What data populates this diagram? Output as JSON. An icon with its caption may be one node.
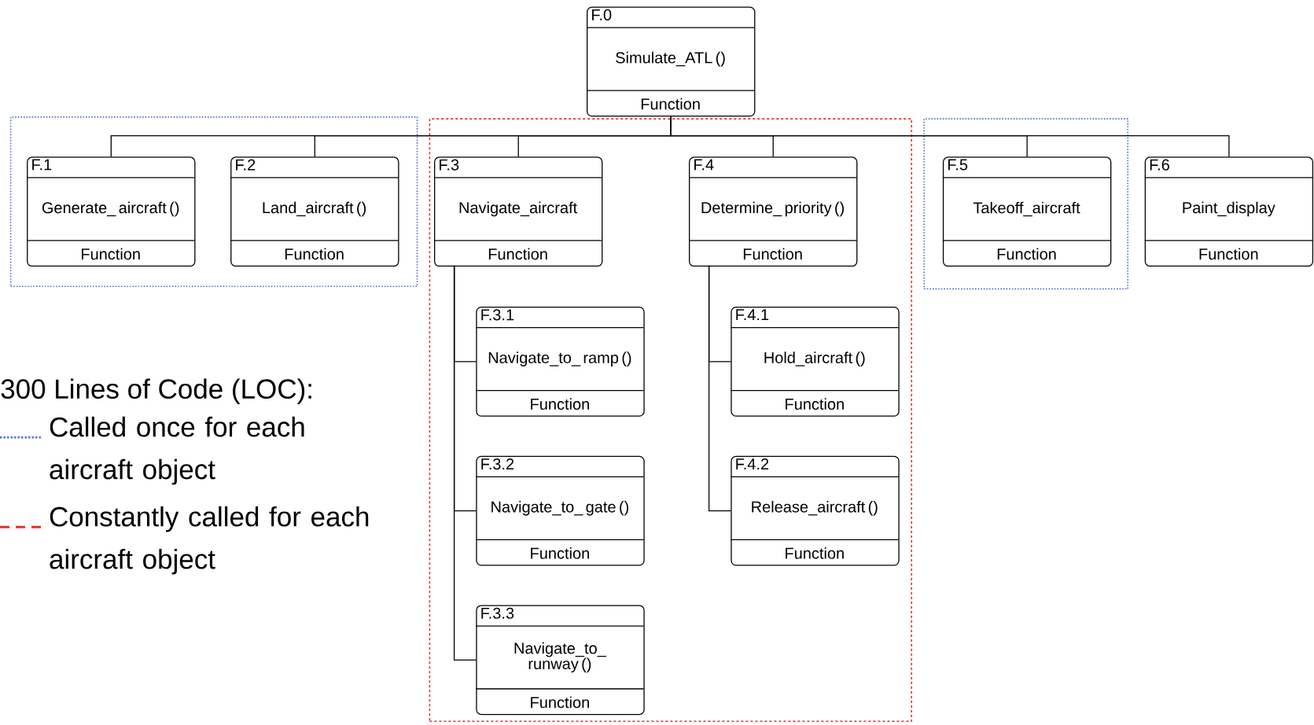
{
  "diagram": {
    "nodes": [
      {
        "text": [
          "F.0",
          "Simulate_ATL ()",
          "Function"
        ]
      },
      {
        "text": [],
        "shape": "box"
      },
      {
        "text": [
          "F.1",
          "Generate_ aircraft ()",
          "Function"
        ],
        "in": 1
      },
      {
        "text": [
          "F.2",
          "Land_aircraft ()",
          "Function"
        ],
        "in": 1
      },
      {
        "text": [],
        "shape": "box"
      },
      {
        "text": [
          "F.3",
          "Navigate_aircraft",
          "Function"
        ],
        "in": 4
      },
      {
        "text": [
          "F.4",
          "Determine_ priority ()",
          "Function"
        ],
        "in": 4
      },
      {
        "text": [],
        "shape": "box"
      },
      {
        "text": [
          "F.5",
          "Takeoff_aircraft",
          "Function"
        ],
        "in": 7
      },
      {
        "text": [
          "F.6",
          "Paint_display",
          "Function"
        ]
      },
      {
        "text": [
          "F.3.1",
          "Navigate_to_ ramp ()",
          "Function"
        ],
        "in": 4
      },
      {
        "text": [
          "F.4.1",
          "Hold_aircraft ()",
          "Function"
        ],
        "in": 4
      },
      {
        "text": [
          "F.3.2",
          "Navigate_to_ gate ()",
          "Function"
        ],
        "in": 4
      },
      {
        "text": [
          "F.4.2",
          "Release_aircraft ()",
          "Function"
        ],
        "in": 4
      },
      {
        "text": [
          "F.3.3",
          "Navigate_to_ runway ()",
          "Function"
        ],
        "in": 4
      }
    ],
    "edges": [
      {
        "from": 0,
        "to": 2,
        "arrow": "none"
      },
      {
        "from": 0,
        "to": 3,
        "arrow": "none"
      },
      {
        "from": 0,
        "to": 5,
        "arrow": "none"
      },
      {
        "from": 0,
        "to": 6,
        "arrow": "none"
      },
      {
        "from": 0,
        "to": 8,
        "arrow": "none"
      },
      {
        "from": 0,
        "to": 9,
        "arrow": "none"
      },
      {
        "from": 5,
        "to": 10,
        "arrow": "none"
      },
      {
        "from": 5,
        "to": 12,
        "arrow": "none"
      },
      {
        "from": 5,
        "to": 14,
        "arrow": "none"
      },
      {
        "from": 6,
        "to": 11,
        "arrow": "none"
      },
      {
        "from": 6,
        "to": 13,
        "arrow": "none"
      }
    ],
    "labels": [
      "300 Lines of Code (LOC):"
    ],
    "legend": [
      {
        "text": "Called once for each aircraft object"
      },
      {
        "text": "Constantly called for each aircraft object"
      }
    ]
  }
}
